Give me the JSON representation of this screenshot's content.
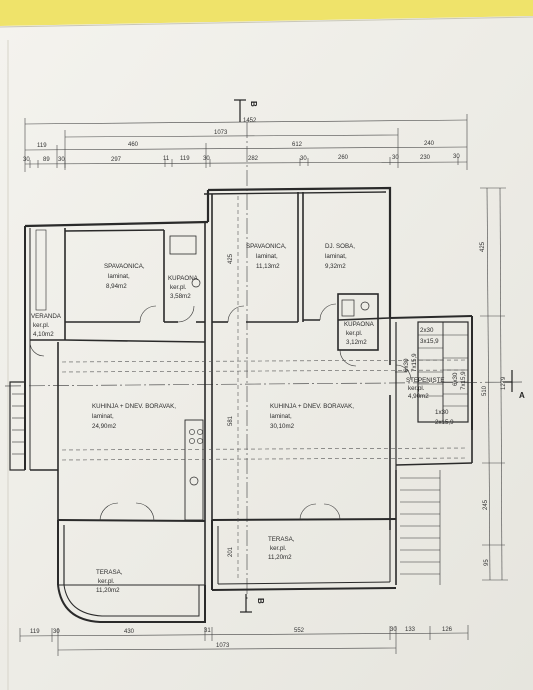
{
  "rooms": {
    "bed1": {
      "name": "SPAVAONICA,",
      "finish": "laminat,",
      "area": "8,94m2"
    },
    "bath1": {
      "name": "KUPAONA",
      "finish": "ker.pl.",
      "area": "3,58m2"
    },
    "bed2": {
      "name": "SPAVAONICA,",
      "finish": "laminat,",
      "area": "11,13m2"
    },
    "kids": {
      "name": "DJ. SOBA,",
      "finish": "laminat,",
      "area": "9,32m2"
    },
    "bath2": {
      "name": "KUPAONA",
      "finish": "ker.pl.",
      "area": "3,12m2"
    },
    "veranda": {
      "name": "VERANDA",
      "finish": "ker.pl.",
      "area": "4,10m2"
    },
    "stairs": {
      "name": "STEPENISTE",
      "finish": "ker.pl.",
      "area": "4,90m2"
    },
    "kitchenL": {
      "name": "KUHINJA + DNEV. BORAVAK,",
      "finish": "laminat,",
      "area": "24,90m2"
    },
    "kitchenR": {
      "name": "KUHINJA + DNEV. BORAVAK,",
      "finish": "laminat,",
      "area": "30,10m2"
    },
    "terraceL": {
      "name": "TERASA,",
      "finish": "ker.pl.",
      "area": "11,20m2"
    },
    "terraceR": {
      "name": "TERASA,",
      "finish": "ker.pl.",
      "area": "11,20m2"
    }
  },
  "stairs_labels": {
    "a": "2x30",
    "b": "3x15,9",
    "c": "1x30",
    "d": "2x15,9",
    "e": "7x15,9",
    "f": "6x30",
    "g": "6x30",
    "h": "7x15,9"
  },
  "section_labels": {
    "b_top": "B",
    "b_bottom": "B",
    "a_right": "A"
  },
  "dims_top": {
    "row1": "1452",
    "row2": "1073",
    "row3": [
      "119",
      "460",
      "612",
      "240"
    ],
    "row4": [
      "30",
      "89",
      "30",
      "297",
      "11",
      "119",
      "30",
      "282",
      "30",
      "260",
      "30",
      "230",
      "30"
    ]
  },
  "dims_bottom": {
    "row1": [
      "119",
      "30",
      "430",
      "31",
      "552",
      "30",
      "133",
      "126"
    ],
    "row2": "1073"
  },
  "dims_right": [
    "1279",
    "425",
    "510",
    "245",
    "95"
  ],
  "dims_inner": {
    "v425": "425",
    "v581": "581",
    "v201": "201"
  }
}
